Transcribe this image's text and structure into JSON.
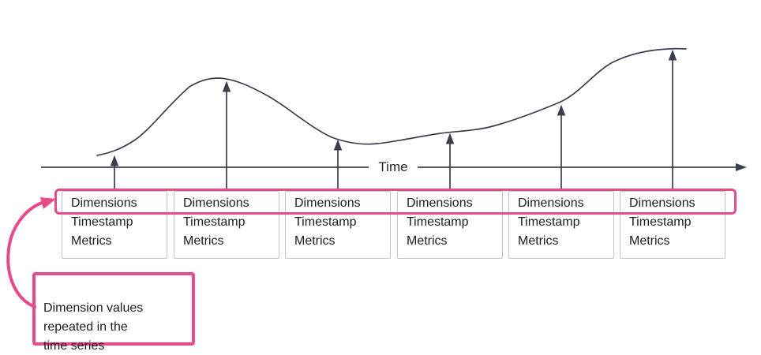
{
  "diagram": {
    "title_semantics": "time series with repeated dimension values",
    "axis": {
      "label": "Time"
    },
    "records": [
      {
        "dimensions": "Dimensions",
        "timestamp": "Timestamp",
        "metrics": "Metrics"
      },
      {
        "dimensions": "Dimensions",
        "timestamp": "Timestamp",
        "metrics": "Metrics"
      },
      {
        "dimensions": "Dimensions",
        "timestamp": "Timestamp",
        "metrics": "Metrics"
      },
      {
        "dimensions": "Dimensions",
        "timestamp": "Timestamp",
        "metrics": "Metrics"
      },
      {
        "dimensions": "Dimensions",
        "timestamp": "Timestamp",
        "metrics": "Metrics"
      },
      {
        "dimensions": "Dimensions",
        "timestamp": "Timestamp",
        "metrics": "Metrics"
      }
    ],
    "callout": {
      "text": "Dimension values\nrepeated in the\ntime series"
    },
    "colors": {
      "accent_pink": "#e94a8a",
      "curve_line": "#3a3f4d",
      "axis_line": "#545a63",
      "box_border": "#c2c4c8",
      "text": "#1b1d20"
    },
    "icon_names": [
      "time-series-curve",
      "time-axis-arrow-icon",
      "value-arrow-icon",
      "callout-arrow-icon"
    ]
  }
}
